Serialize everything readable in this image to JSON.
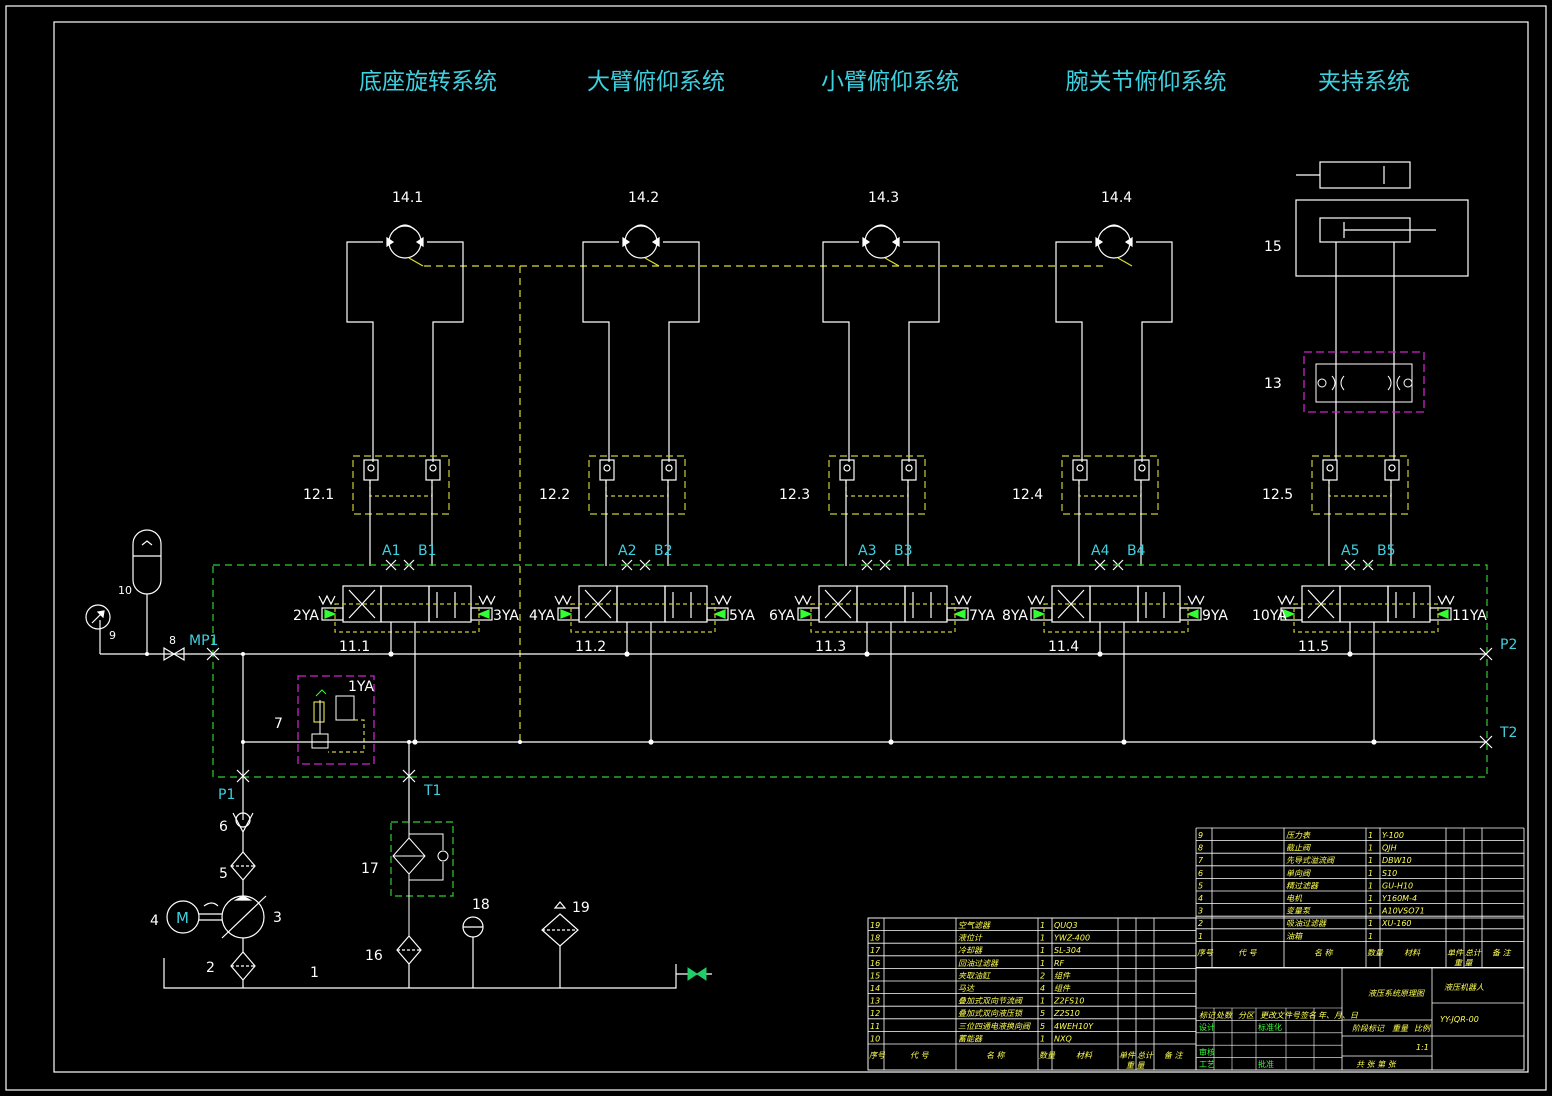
{
  "system_titles": [
    "底座旋转系统",
    "大臂俯仰系统",
    "小臂俯仰系统",
    "腕关节俯仰系统",
    "夹持系统"
  ],
  "motor_labels": [
    "14.1",
    "14.2",
    "14.3",
    "14.4"
  ],
  "lock_labels": [
    "12.1",
    "12.2",
    "12.3",
    "12.4",
    "12.5"
  ],
  "port_a": [
    "A1",
    "A2",
    "A3",
    "A4",
    "A5"
  ],
  "port_b": [
    "B1",
    "B2",
    "B3",
    "B4",
    "B5"
  ],
  "valve_labels": [
    "11.1",
    "11.2",
    "11.3",
    "11.4",
    "11.5"
  ],
  "solenoid_left": [
    "2YA",
    "4YA",
    "6YA",
    "8YA",
    "10YA"
  ],
  "solenoid_right": [
    "3YA",
    "5YA",
    "7YA",
    "9YA",
    "11YA"
  ],
  "component_labels": {
    "cylinder": "15",
    "throttle": "13",
    "accumulator": "10",
    "gauge": "9",
    "stop_valve": "8",
    "mp1": "MP1",
    "relief_solenoid": "1YA",
    "relief": "7",
    "p1": "P1",
    "t1": "T1",
    "p2": "P2",
    "t2": "T2",
    "check": "6",
    "filter5": "5",
    "pump": "3",
    "motor_num": "4",
    "motor_letter": "M",
    "filter2": "2",
    "tank": "1",
    "return_filter": "17",
    "filter16": "16",
    "level": "18",
    "air_filter": "19"
  },
  "bom_left": {
    "rows": [
      [
        "19",
        "",
        "空气滤器",
        "1",
        "QUQ3"
      ],
      [
        "18",
        "",
        "液位计",
        "1",
        "YWZ-400"
      ],
      [
        "17",
        "",
        "冷却器",
        "1",
        "SL-304"
      ],
      [
        "16",
        "",
        "回油过滤器",
        "1",
        "RF"
      ],
      [
        "15",
        "",
        "夹取油缸",
        "2",
        "组件"
      ],
      [
        "14",
        "",
        "马达",
        "4",
        "组件"
      ],
      [
        "13",
        "",
        "叠加式双向节流阀",
        "1",
        "Z2FS10"
      ],
      [
        "12",
        "",
        "叠加式双向液压锁",
        "5",
        "Z2S10"
      ],
      [
        "11",
        "",
        "三位四通电液换向阀",
        "5",
        "4WEH10Y"
      ],
      [
        "10",
        "",
        "蓄能器",
        "1",
        "NXQ"
      ]
    ],
    "header": [
      "序号",
      "代 号",
      "名 称",
      "数量",
      "材料",
      "单件",
      "总计",
      "备 注"
    ],
    "header2": "重 量"
  },
  "bom_right": {
    "rows": [
      [
        "9",
        "",
        "压力表",
        "1",
        "Y-100"
      ],
      [
        "8",
        "",
        "截止阀",
        "1",
        "QJH"
      ],
      [
        "7",
        "",
        "先导式溢流阀",
        "1",
        "DBW10"
      ],
      [
        "6",
        "",
        "单向阀",
        "1",
        "S10"
      ],
      [
        "5",
        "",
        "精过滤器",
        "1",
        "GU-H10"
      ],
      [
        "4",
        "",
        "电机",
        "1",
        "Y160M-4"
      ],
      [
        "3",
        "",
        "变量泵",
        "1",
        "A10VSO71"
      ],
      [
        "2",
        "",
        "吸油过滤器",
        "1",
        "XU-160"
      ],
      [
        "1",
        "",
        "油箱",
        "1",
        ""
      ]
    ],
    "header": [
      "序号",
      "代 号",
      "名 称",
      "数量",
      "材料",
      "单件",
      "总计",
      "备 注"
    ],
    "header2": "重 量"
  },
  "title_block": {
    "drawing_name": "液压系统原理图",
    "product": "液压机器人",
    "code": "YY-JQR-00",
    "scale": "1:1",
    "row_labels": [
      "标记",
      "处数",
      "分区",
      "更改文件号",
      "签名",
      "年、月、日"
    ],
    "design": "设计",
    "standard": "标准化",
    "review": "审核",
    "process": "工艺",
    "approve": "批准",
    "stage": "阶段标记",
    "weight": "重量",
    "ratio": "比例",
    "sheet": "共 张 第 张"
  }
}
